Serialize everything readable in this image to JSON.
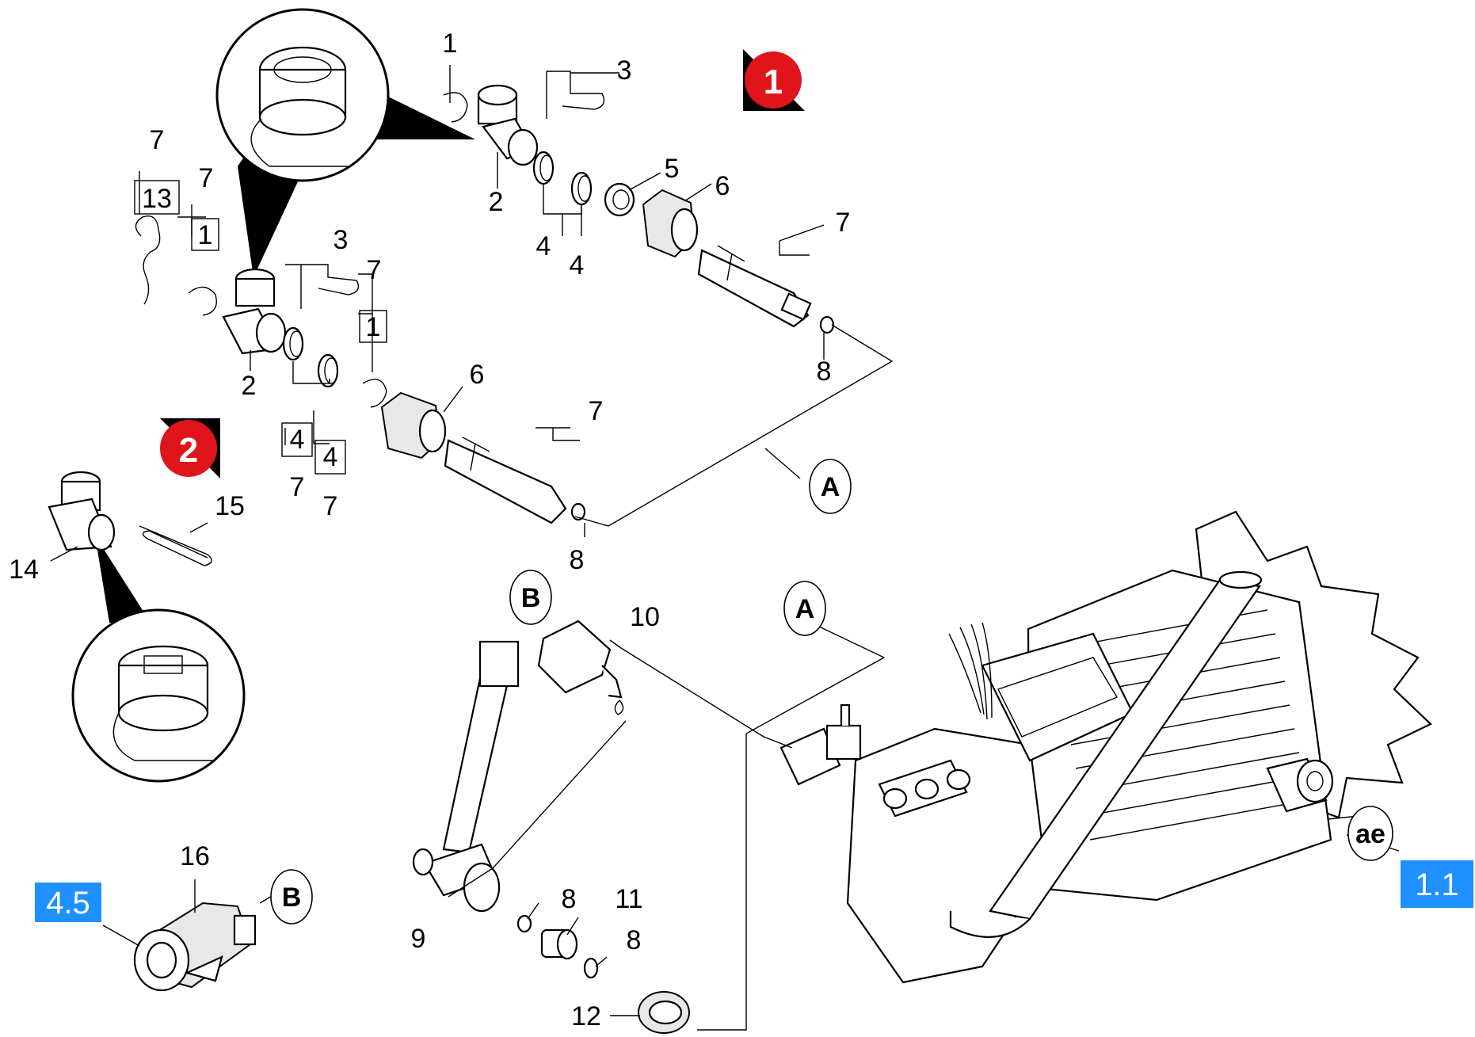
{
  "callouts": {
    "c1_top": "1",
    "c3_top": "3",
    "c2_top": "2",
    "c4_top_a": "4",
    "c4_top_b": "4",
    "c5": "5",
    "c6_top": "6",
    "c7_top_right": "7",
    "c8_top": "8",
    "c7_left_a": "7",
    "c13": "13",
    "c7_left_b": "7",
    "c1_left": "1",
    "c3_mid": "3",
    "c7_mid": "7",
    "c1_mid": "1",
    "c2_mid": "2",
    "c4_mid_a": "4",
    "c4_mid_b": "4",
    "c7_mid_a": "7",
    "c7_mid_b": "7",
    "c6_mid": "6",
    "c7_mid_right": "7",
    "c8_mid": "8",
    "c15": "15",
    "c14": "14",
    "c16": "16",
    "c10": "10",
    "c9": "9",
    "c8_low_a": "8",
    "c11": "11",
    "c8_low_b": "8",
    "c12": "12"
  },
  "connectors": {
    "a_upper": "A",
    "a_lower": "A",
    "b_upper": "B",
    "b_lower": "B",
    "ae": "ae"
  },
  "variants": {
    "v1": "1",
    "v2": "2"
  },
  "references": {
    "ref_45": "4.5",
    "ref_11": "1.1"
  },
  "colors": {
    "badge_red": "#e0141b",
    "reference_blue": "#1e90ff",
    "line": "#000000"
  }
}
